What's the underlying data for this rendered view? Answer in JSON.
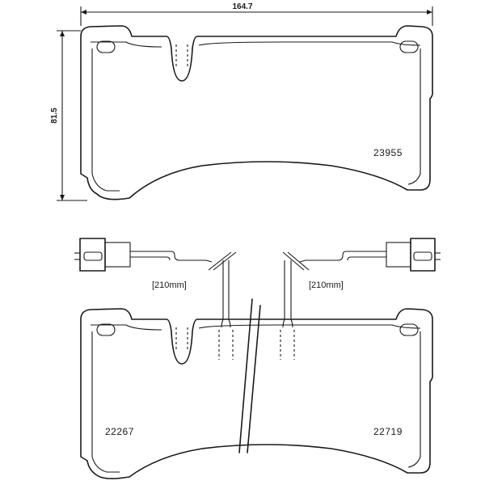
{
  "dimensions": {
    "width": "164.7",
    "height": "81.5"
  },
  "part_numbers": {
    "top_pad": "23955",
    "bottom_left": "22267",
    "bottom_right": "22719"
  },
  "wear_sensors": {
    "left_cable_length": "[210mm]",
    "right_cable_length": "[210mm]"
  }
}
